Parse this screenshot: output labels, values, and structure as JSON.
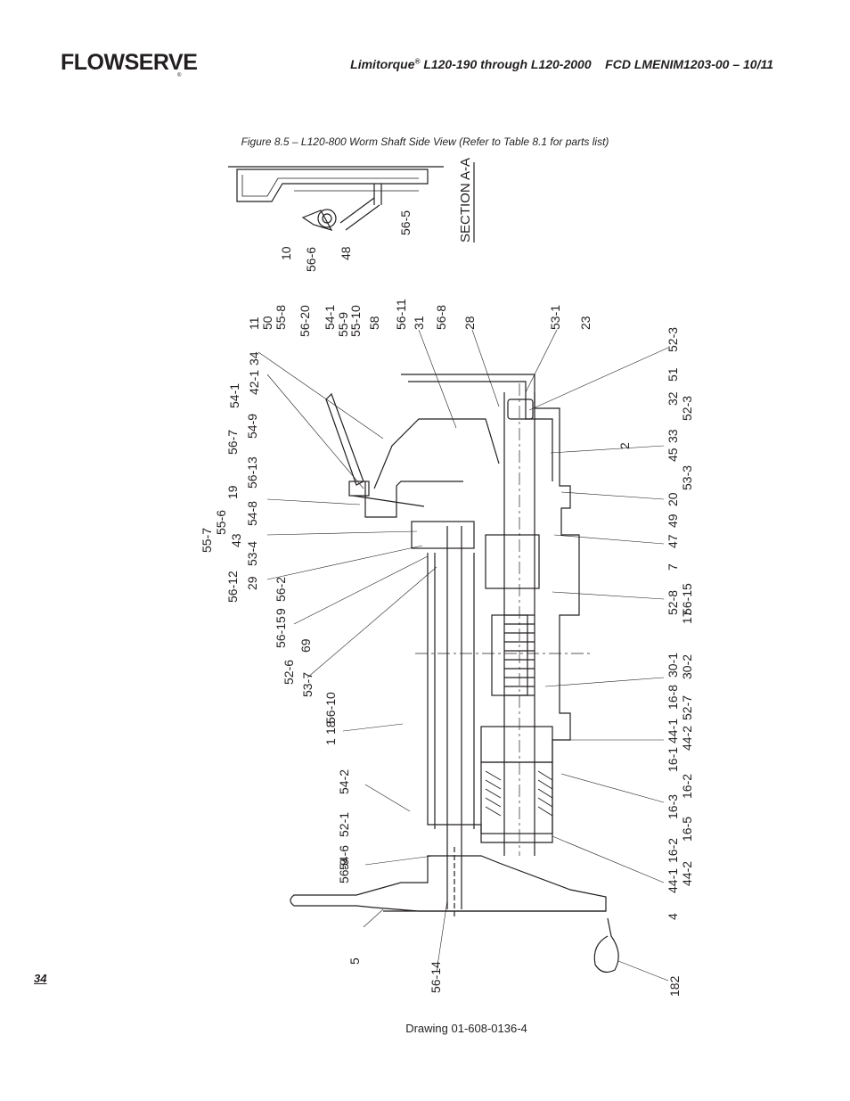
{
  "brand": {
    "name": "FLOWSERVE",
    "reg": "®"
  },
  "header": {
    "product": "Limitorque",
    "reg": "®",
    "range": "L120-190 through L120-2000",
    "fcd": "FCD LMENIM1203-00 – 10/11"
  },
  "caption": "Figure 8.5 – L120-800 Worm Shaft Side View (Refer to Table 8.1 for parts list)",
  "page_number": "34",
  "drawing_number": "Drawing 01-608-0136-4",
  "section_label": "SECTION A-A",
  "callouts_section": [
    "10",
    "56-6",
    "48",
    "56-5"
  ],
  "callouts_top": [
    "11",
    "50",
    "55-8",
    "56-20",
    "54-1",
    "55-9",
    "55-10",
    "58",
    "56-11",
    "31",
    "56-8",
    "28",
    "53-1",
    "23"
  ],
  "callouts_left": [
    "34",
    "42-1",
    "54-1",
    "54-9",
    "56-7",
    "56-13",
    "19",
    "54-8",
    "43",
    "55-6",
    "55-7",
    "53-4",
    "56-12",
    "29",
    "56-2",
    "9",
    "56-15",
    "69",
    "52-6",
    "53-7",
    "56-10",
    "18",
    "1",
    "54-2",
    "52-1",
    "54-6",
    "56-9",
    "5",
    "56-14"
  ],
  "callouts_right": [
    "52-3",
    "32",
    "51",
    "52-3",
    "2",
    "33",
    "45",
    "53-3",
    "20",
    "49",
    "47",
    "7",
    "56-15",
    "52-8",
    "17",
    "30-1",
    "30-2",
    "16-8",
    "52-7",
    "44-1",
    "44-2",
    "16-1",
    "16-2",
    "16-3",
    "16-5",
    "16-2",
    "44-2",
    "44-1",
    "4",
    "182"
  ]
}
